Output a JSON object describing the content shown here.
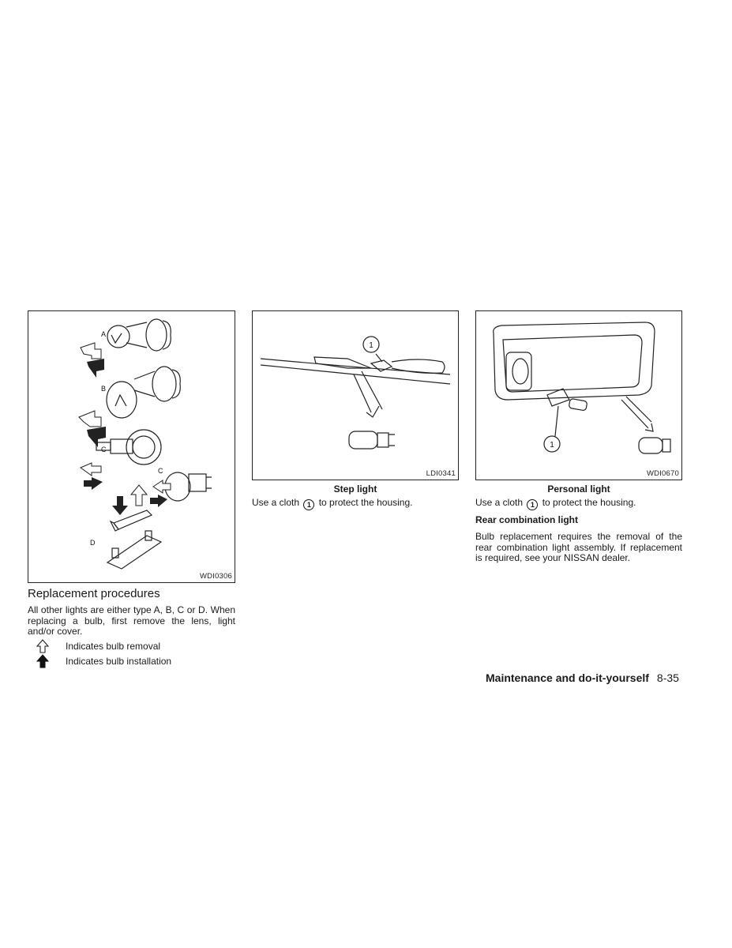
{
  "figures": {
    "bulb_types": {
      "code": "WDI0306",
      "labels": [
        "A",
        "B",
        "C",
        "C",
        "D"
      ]
    },
    "step_light": {
      "code": "LDI0341",
      "callout": "1",
      "caption": "Step light"
    },
    "personal_light": {
      "code": "WDI0670",
      "callout": "1",
      "caption": "Personal light"
    }
  },
  "left_column": {
    "heading": "Replacement procedures",
    "paragraph": "All other lights are either type A, B, C or D. When replacing a bulb, first remove the lens, light and/or cover.",
    "legend": [
      {
        "icon": "outline-arrow-icon",
        "label": "Indicates bulb removal"
      },
      {
        "icon": "solid-arrow-icon",
        "label": "Indicates bulb installation"
      }
    ]
  },
  "middle_column": {
    "text_before": "Use a cloth",
    "circle": "1",
    "text_after": "to protect the housing."
  },
  "right_column": {
    "text_before": "Use a cloth",
    "circle": "1",
    "text_after": "to protect the housing.",
    "subheading": "Rear combination light",
    "paragraph": "Bulb replacement requires the removal of the rear combination light assembly. If replacement is required, see your NISSAN dealer."
  },
  "footer": {
    "section": "Maintenance and do-it-yourself",
    "page": "8-35"
  }
}
